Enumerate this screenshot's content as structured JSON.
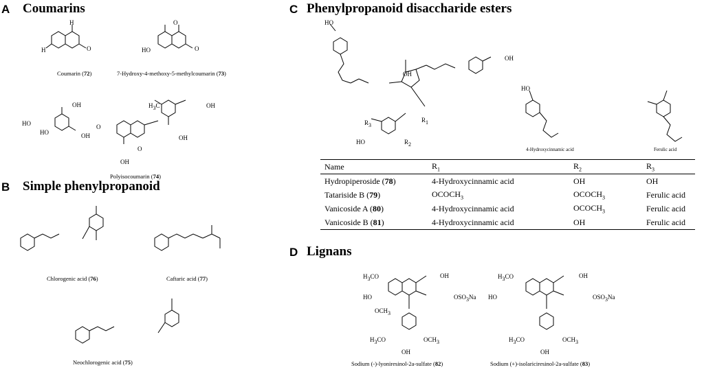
{
  "panels": {
    "A": {
      "letter": "A",
      "title": "Coumarins",
      "compounds": [
        {
          "name": "Coumarin",
          "num": "72"
        },
        {
          "name": "7-Hydroxy-4-methoxy-5-methylcoumarin",
          "num": "73"
        },
        {
          "name": "Polyisocoumarin",
          "num": "74"
        }
      ],
      "atoms": {
        "h": "H",
        "oh": "OH",
        "ho": "HO",
        "o": "O",
        "h3c": "H3C"
      }
    },
    "B": {
      "letter": "B",
      "title": "Simple phenylpropanoid",
      "compounds": [
        {
          "name": "Chlorogenic acid",
          "num": "76"
        },
        {
          "name": "Caftaric acid",
          "num": "77"
        },
        {
          "name": "Neochlorogenic acid",
          "num": "75"
        }
      ]
    },
    "C": {
      "letter": "C",
      "title": "Phenylpropanoid disaccharide esters",
      "substituents": [
        {
          "name": "4-Hydroxycinnamic acid"
        },
        {
          "name": "Ferulic acid"
        }
      ],
      "atoms": {
        "r1": "R1",
        "r2": "R2",
        "r3": "R3"
      },
      "table": {
        "headers": [
          "Name",
          "R1",
          "R2",
          "R3"
        ],
        "rows": [
          {
            "name": "Hydropiperoside",
            "num": "78",
            "r1": "4-Hydroxycinnamic acid",
            "r2": "OH",
            "r3": "OH"
          },
          {
            "name": "Tatariside B",
            "num": "79",
            "r1": "OCOCH3",
            "r2": "OCOCH3",
            "r3": "Ferulic acid"
          },
          {
            "name": "Vanicoside A",
            "num": "80",
            "r1": "4-Hydroxycinnamic acid",
            "r2": "OCOCH3",
            "r3": "Ferulic acid"
          },
          {
            "name": "Vanicoside B",
            "num": "81",
            "r1": "4-Hydroxycinnamic acid",
            "r2": "OH",
            "r3": "Ferulic acid"
          }
        ]
      }
    },
    "D": {
      "letter": "D",
      "title": "Lignans",
      "compounds": [
        {
          "name": "Sodium (-)-lyoniresinol-2a-sulfate",
          "num": "82"
        },
        {
          "name": "Sodium (+)-isolariciresinol-2a-sulfate",
          "num": "83"
        }
      ],
      "atoms": {
        "h3co": "H3CO",
        "och3": "OCH3",
        "oso3na": "OSO3Na",
        "oh": "OH",
        "ho": "HO"
      }
    }
  }
}
